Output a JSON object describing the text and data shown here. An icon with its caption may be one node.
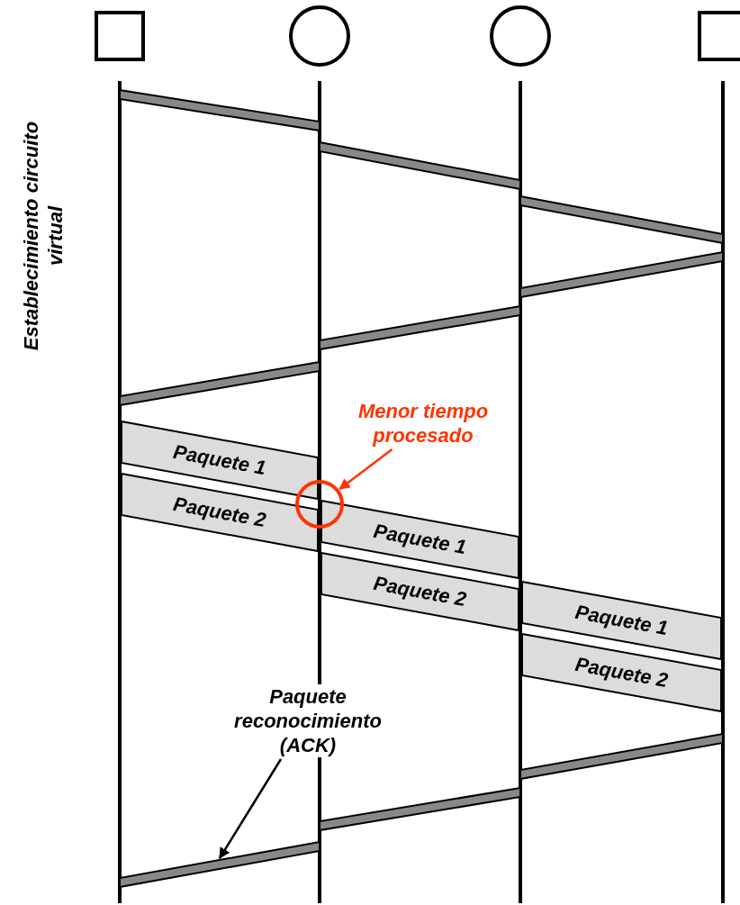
{
  "diagram": {
    "nodes": [
      {
        "text": [],
        "shape": "box"
      },
      {
        "text": [],
        "shape": "circle"
      },
      {
        "text": [],
        "shape": "circle"
      },
      {
        "text": [],
        "shape": "box"
      },
      {
        "text": [],
        "shape": "bar"
      },
      {
        "text": [],
        "shape": "bar"
      },
      {
        "text": [],
        "shape": "bar"
      },
      {
        "text": [],
        "shape": "bar"
      },
      {
        "text": [],
        "shape": "bar"
      },
      {
        "text": [],
        "shape": "bar"
      },
      {
        "text": [
          "Menor tiempo procesado"
        ]
      },
      {
        "text": [
          "Paquete 1"
        ]
      },
      {
        "text": [
          "Paquete 2"
        ]
      },
      {
        "text": [],
        "shape": "circle"
      },
      {
        "text": [
          "Paquete 1"
        ]
      },
      {
        "text": [
          "Paquete 2"
        ]
      },
      {
        "text": [
          "Paquete 1"
        ]
      },
      {
        "text": [
          "Paquete 2"
        ]
      },
      {
        "text": [
          "Paquete reconocimiento (ACK)"
        ]
      },
      {
        "text": [],
        "shape": "bar"
      },
      {
        "text": [],
        "shape": "bar"
      },
      {
        "text": [],
        "shape": "bar"
      }
    ],
    "edges": [
      {
        "from": 10,
        "to": 13,
        "arrow": "to",
        "color": "#ff3300"
      },
      {
        "from": 18,
        "to": 21,
        "arrow": "to",
        "color": "#000000"
      }
    ],
    "labels": [
      "Establecimiento circuito virtual"
    ]
  }
}
